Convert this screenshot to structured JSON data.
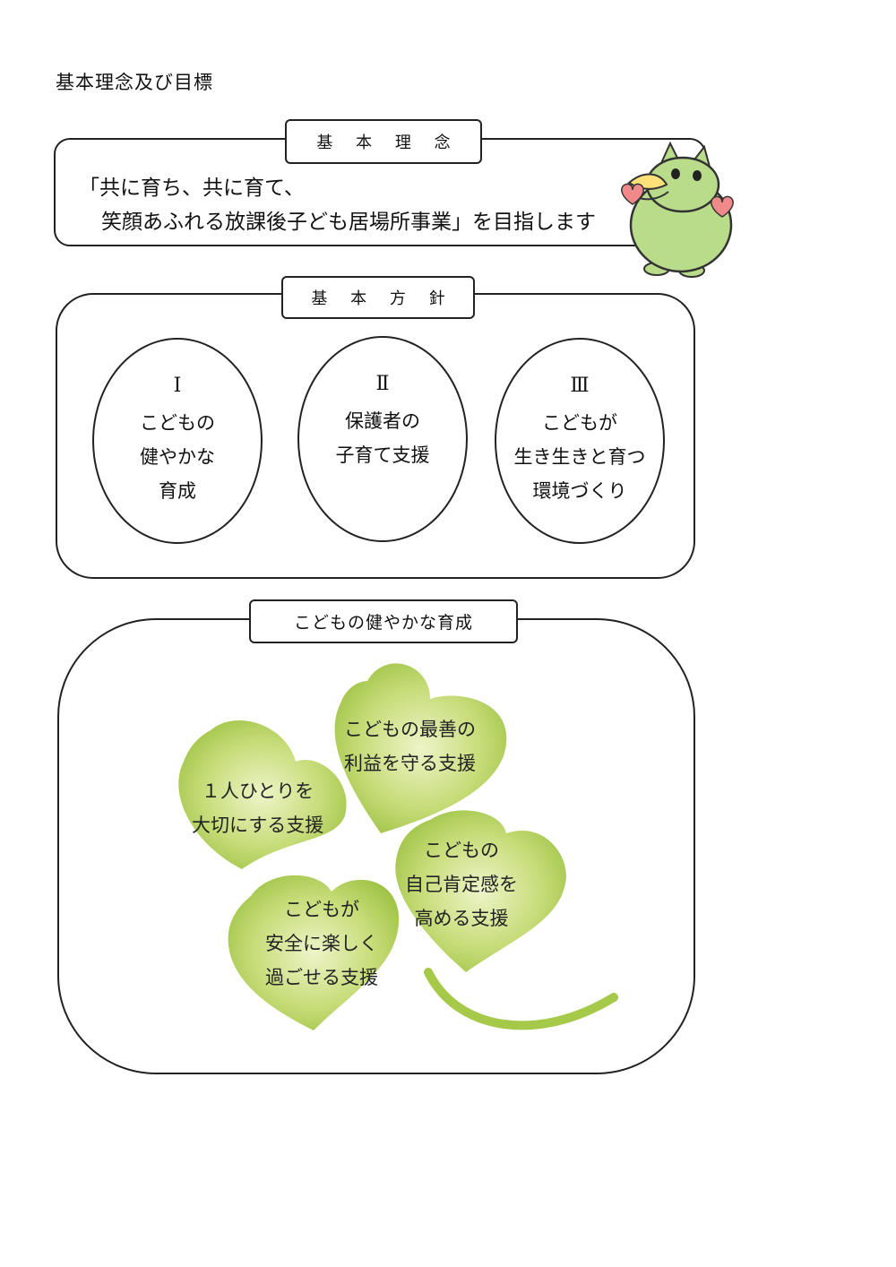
{
  "heading": "基本理念及び目標",
  "philosophy": {
    "label": "基 本 理 念",
    "line1": "「共に育ち、共に育て、",
    "line2": "笑顔あふれる放課後子ども居場所事業」を目指します"
  },
  "policy": {
    "label": "基 本 方 針",
    "items": [
      {
        "number": "Ⅰ",
        "lines": [
          "こどもの",
          "健やかな",
          "育成"
        ]
      },
      {
        "number": "Ⅱ",
        "lines": [
          "保護者の",
          "子育て支援"
        ]
      },
      {
        "number": "Ⅲ",
        "lines": [
          "こどもが",
          "生き生きと育つ",
          "環境づくり"
        ]
      }
    ]
  },
  "growth": {
    "label": "こどもの健やかな育成",
    "leaves": [
      {
        "lines": [
          "こどもの最善の",
          "利益を守る支援"
        ]
      },
      {
        "lines": [
          "１人ひとりを",
          "大切にする支援"
        ]
      },
      {
        "lines": [
          "こどもの",
          "自己肯定感を",
          "高める支援"
        ]
      },
      {
        "lines": [
          "こどもが",
          "安全に楽しく",
          "過ごせる支援"
        ]
      }
    ]
  },
  "colors": {
    "leaf_light": "#e6efb6",
    "leaf_mid": "#b3cf55",
    "leaf_dark": "#8fb832",
    "mascot_body": "#b8dc8a",
    "mascot_heart": "#f08a8a",
    "mascot_horn": "#ffe17a"
  },
  "icons": {
    "mascot": "rhino-mascot",
    "clover": "four-leaf-clover"
  }
}
